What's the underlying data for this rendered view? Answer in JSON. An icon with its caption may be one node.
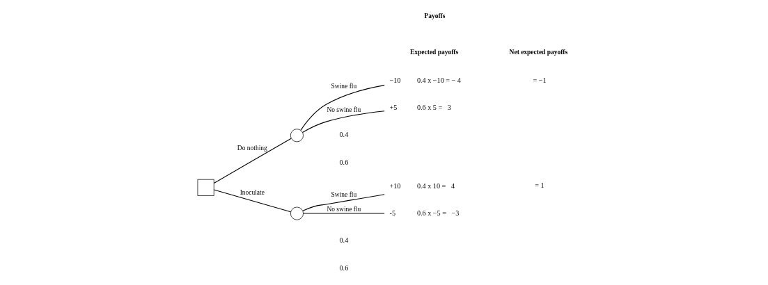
{
  "diagram": {
    "nodes": [
      {
        "text": [],
        "shape": "box"
      },
      {
        "text": [],
        "shape": "circle"
      },
      {
        "text": [],
        "shape": "circle"
      },
      {
        "text": [
          "−10",
          "0.4 x −10 = − 4"
        ]
      },
      {
        "text": [
          "+5",
          "0.6 x 5 =   3"
        ]
      },
      {
        "text": [
          "+10",
          "0.4 x 10 =   4"
        ]
      },
      {
        "text": [
          "-5",
          "0.6 x −5 =   −3"
        ]
      }
    ],
    "edges": [
      {
        "from": 0,
        "to": 1,
        "arrow": "none",
        "label": "Do nothing"
      },
      {
        "from": 0,
        "to": 2,
        "arrow": "none",
        "label": "Inoculate"
      },
      {
        "from": 1,
        "to": 3,
        "arrow": "none",
        "label": "Swine flu"
      },
      {
        "from": 1,
        "to": 4,
        "arrow": "none",
        "label": "No swine flu"
      },
      {
        "from": 2,
        "to": 5,
        "arrow": "none",
        "label": "Swine flu"
      },
      {
        "from": 2,
        "to": 6,
        "arrow": "none",
        "label": "No swine flu"
      }
    ],
    "labels": [
      "Payoffs",
      "Expected payoffs",
      "Net expected payoffs",
      "0.4",
      "0.6",
      "= −1",
      "0.4",
      "0.6",
      "= 1"
    ]
  }
}
